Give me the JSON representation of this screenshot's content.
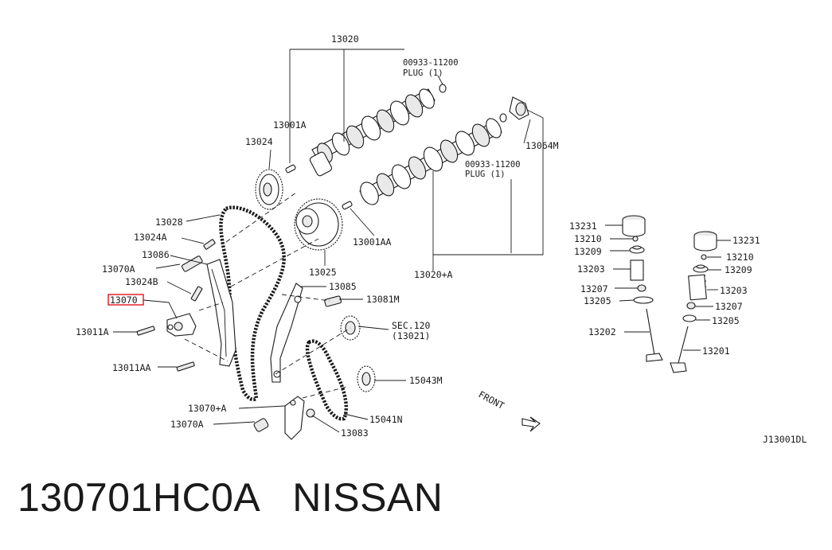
{
  "diagram": {
    "labels": {
      "p13020": "13020",
      "plug_top_num": "00933-11200",
      "plug_top_txt": "PLUG (1)",
      "p13001A": "13001A",
      "p13024": "13024",
      "p13064M": "13064M",
      "plug_mid_num": "00933-11200",
      "plug_mid_txt": "PLUG (1)",
      "p13028": "13028",
      "p13024A": "13024A",
      "p13086": "13086",
      "p13070A_top": "13070A",
      "p13024B": "13024B",
      "p13070_highlight": "13070",
      "p13011A": "13011A",
      "p13011AA": "13011AA",
      "p13001AA": "13001AA",
      "p13025": "13025",
      "p13020A": "13020+A",
      "p13085": "13085",
      "p13081M": "13081M",
      "sec120": "SEC.120",
      "sec120_sub": "(13021)",
      "p15043M": "15043M",
      "p15041N": "15041N",
      "p13070plusA": "13070+A",
      "p13070A_bot": "13070A",
      "p13083": "13083",
      "front": "FRONT",
      "l13231": "13231",
      "l13210": "13210",
      "l13209": "13209",
      "l13203": "13203",
      "l13207": "13207",
      "l13205": "13205",
      "l13202": "13202",
      "r13231": "13231",
      "r13210": "13210",
      "r13209": "13209",
      "r13203": "13203",
      "r13207": "13207",
      "r13205": "13205",
      "r13201": "13201",
      "diagram_code": "J13001DL"
    },
    "highlight_color": "#e0141e"
  },
  "caption": {
    "part_number": "130701HC0A",
    "brand": "NISSAN"
  }
}
